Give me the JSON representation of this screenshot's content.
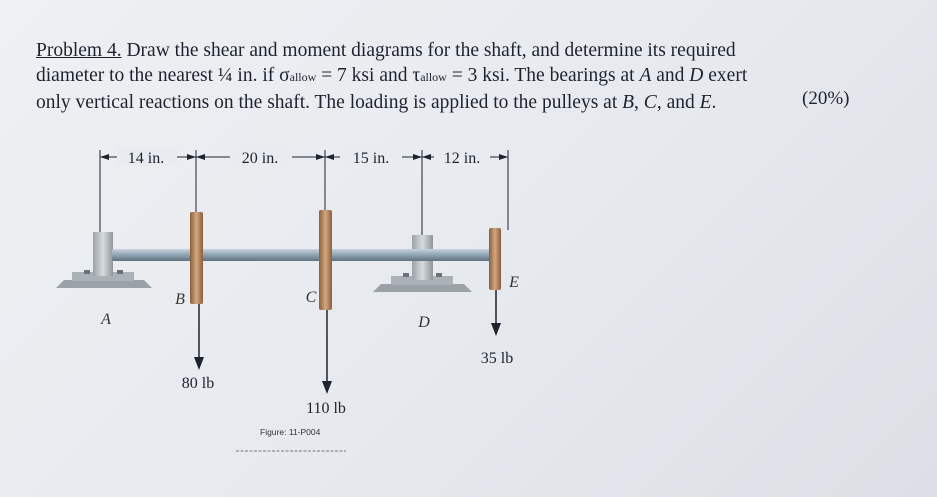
{
  "problem": {
    "label": "Problem 4.",
    "line1_text": "Draw the shear and moment diagrams for the shaft, and determine its required",
    "line2_a": "diameter to the nearest ¼ in. if σ",
    "line2_sub1": "allow",
    "line2_b": " = 7 ksi  and  τ",
    "line2_sub2": "allow",
    "line2_c": " = 3 ksi.  The bearings at ",
    "line2_A": "A",
    "line2_d": " and ",
    "line2_D": "D",
    "line2_e": " exert",
    "line3_a": "only vertical reactions on the shaft. The loading is applied to the pulleys at ",
    "line3_B": "B",
    "line3_b": ", ",
    "line3_C": "C",
    "line3_c": ", and ",
    "line3_E": "E",
    "line3_d": ".",
    "percent": "(20%)"
  },
  "figure": {
    "dimensions": [
      "14 in.",
      "20 in.",
      "15 in.",
      "12 in."
    ],
    "points": {
      "A": "A",
      "B": "B",
      "C": "C",
      "D": "D",
      "E": "E"
    },
    "loads": {
      "B": "80 lb",
      "C": "110 lb",
      "E": "35 lb"
    },
    "caption": "Figure: 11-P004"
  },
  "colors": {
    "shaft": "#8fa3b3",
    "pulley": "#b58a64",
    "bearing": "#b9bfc4",
    "base": "#9aa2a8",
    "text": "#1e2330"
  }
}
